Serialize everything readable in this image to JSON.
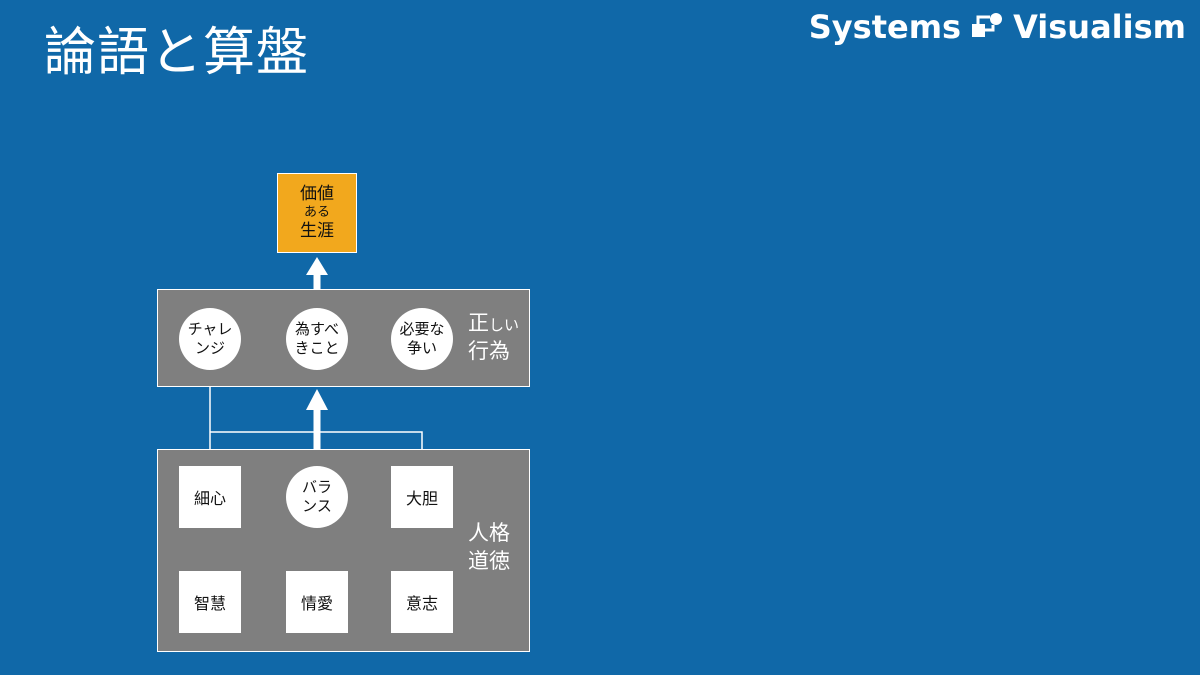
{
  "title": "論語と算盤",
  "brand": {
    "left": "Systems",
    "right": "Visualism"
  },
  "colors": {
    "background": "#1068a8",
    "goal": "#f2a81d",
    "panel": "#7f7f7f",
    "white": "#ffffff"
  },
  "goal": {
    "line1": "価値",
    "line2": "ある",
    "line3": "生涯"
  },
  "actions_panel": {
    "label_line1_big": "正",
    "label_line1_small": "しい",
    "label_line2": "行為",
    "items": [
      {
        "line1": "チャレ",
        "line2": "ンジ"
      },
      {
        "line1": "為すべ",
        "line2": "きこと"
      },
      {
        "line1": "必要な",
        "line2": "争い"
      }
    ]
  },
  "character_panel": {
    "label_line1": "人格",
    "label_line2": "道徳",
    "top": {
      "left": "細心",
      "center_line1": "バラ",
      "center_line2": "ンス",
      "right": "大胆"
    },
    "bottom": {
      "left": "智慧",
      "center": "情愛",
      "right": "意志"
    }
  }
}
